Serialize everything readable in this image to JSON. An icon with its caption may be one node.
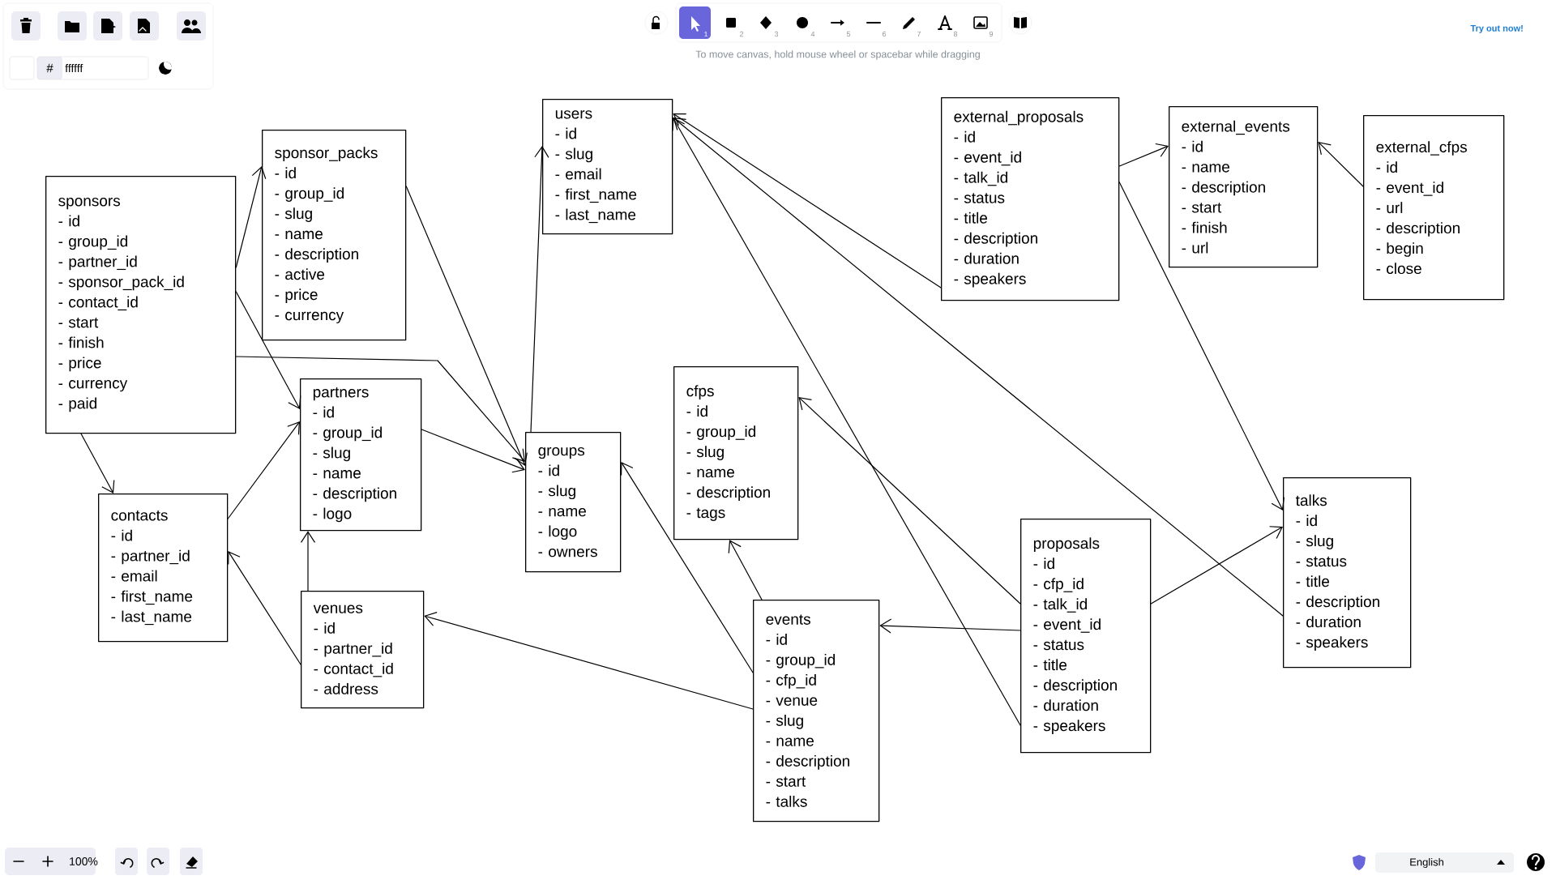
{
  "diagram": {
    "nodes": [
      {
        "text": [
          "sponsors",
          "- id",
          "- group_id",
          "- partner_id",
          "- sponsor_pack_id",
          "- contact_id",
          "- start",
          "- finish",
          "- price",
          "- currency",
          "- paid"
        ]
      },
      {
        "text": [
          "sponsor_packs",
          "- id",
          "- group_id",
          "- slug",
          "- name",
          "- description",
          "- active",
          "- price",
          "- currency"
        ]
      },
      {
        "text": [
          "users",
          "- id",
          "- slug",
          "- email",
          "- first_name",
          "- last_name"
        ]
      },
      {
        "text": [
          "external_proposals",
          "- id",
          "- event_id",
          "- talk_id",
          "- status",
          "- title",
          "- description",
          "- duration",
          "- speakers"
        ]
      },
      {
        "text": [
          "external_events",
          "- id",
          "- name",
          "- description",
          "- start",
          "- finish",
          "- url"
        ]
      },
      {
        "text": [
          "external_cfps",
          "- id",
          "- event_id",
          "- url",
          "- description",
          "- begin",
          "- close"
        ]
      },
      {
        "text": [
          "partners",
          "- id",
          "- group_id",
          "- slug",
          "- name",
          "- description",
          "- logo"
        ]
      },
      {
        "text": [
          "groups",
          "- id",
          "- slug",
          "- name",
          "- logo",
          "- owners"
        ]
      },
      {
        "text": [
          "cfps",
          "- id",
          "- group_id",
          "- slug",
          "- name",
          "- description",
          "- tags"
        ]
      },
      {
        "text": [
          "contacts",
          "- id",
          "- partner_id",
          "- email",
          "- first_name",
          "- last_name"
        ]
      },
      {
        "text": [
          "venues",
          "- id",
          "- partner_id",
          "- contact_id",
          "- address"
        ]
      },
      {
        "text": [
          "events",
          "- id",
          "- group_id",
          "- cfp_id",
          "- venue",
          "- slug",
          "- name",
          "- description",
          "- start",
          "- talks"
        ]
      },
      {
        "text": [
          "proposals",
          "- id",
          "- cfp_id",
          "- talk_id",
          "- event_id",
          "- status",
          "- title",
          "- description",
          "- duration",
          "- speakers"
        ]
      },
      {
        "text": [
          "talks",
          "- id",
          "- slug",
          "- status",
          "- title",
          "- description",
          "- duration",
          "- speakers"
        ]
      }
    ],
    "edges": [
      {
        "from": 0,
        "to": 1,
        "arrow": "to"
      },
      {
        "from": 0,
        "to": 6,
        "arrow": "to"
      },
      {
        "from": 0,
        "to": 7,
        "arrow": "to"
      },
      {
        "from": 0,
        "to": 9,
        "arrow": "to"
      },
      {
        "from": 1,
        "to": 7,
        "arrow": "to"
      },
      {
        "from": 6,
        "to": 7,
        "arrow": "to"
      },
      {
        "from": 9,
        "to": 6,
        "arrow": "to"
      },
      {
        "from": 7,
        "to": 2,
        "arrow": "to"
      },
      {
        "from": 10,
        "to": 6,
        "arrow": "to"
      },
      {
        "from": 10,
        "to": 9,
        "arrow": "to"
      },
      {
        "from": 11,
        "to": 7,
        "arrow": "to"
      },
      {
        "from": 11,
        "to": 8,
        "arrow": "to"
      },
      {
        "from": 11,
        "to": 10,
        "arrow": "to"
      },
      {
        "from": 12,
        "to": 8,
        "arrow": "to"
      },
      {
        "from": 12,
        "to": 11,
        "arrow": "to"
      },
      {
        "from": 12,
        "to": 13,
        "arrow": "to"
      },
      {
        "from": 12,
        "to": 2,
        "arrow": "to"
      },
      {
        "from": 13,
        "to": 2,
        "arrow": "to"
      },
      {
        "from": 3,
        "to": 2,
        "arrow": "to"
      },
      {
        "from": 3,
        "to": 4,
        "arrow": "to"
      },
      {
        "from": 3,
        "to": 13,
        "arrow": "to"
      },
      {
        "from": 5,
        "to": 4,
        "arrow": "to"
      }
    ],
    "labels": [
      "#",
      "ffffff",
      "1",
      "2",
      "3",
      "4",
      "5",
      "6",
      "7",
      "8",
      "9",
      "To move canvas, hold mouse wheel or spacebar while dragging",
      "Try out now!",
      "100%",
      "English"
    ]
  }
}
